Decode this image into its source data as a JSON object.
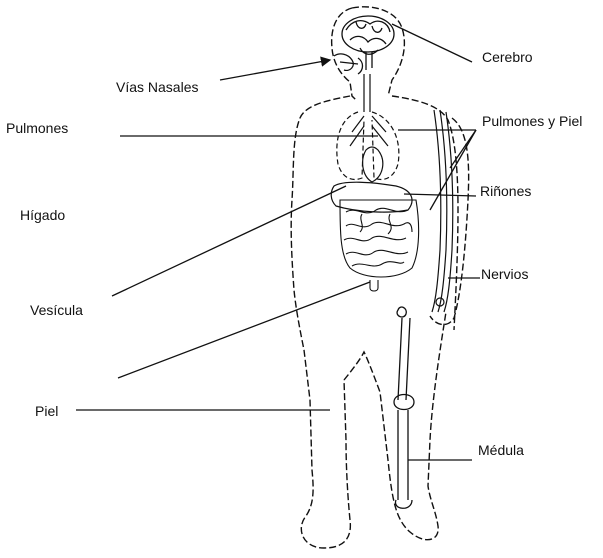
{
  "labels": {
    "cerebro": "Cerebro",
    "vias_nasales": "Vías Nasales",
    "pulmones": "Pulmones",
    "pulmones_y_piel": "Pulmones y Piel",
    "rinones": "Riñones",
    "higado": "Hígado",
    "nervios": "Nervios",
    "vesicula": "Vesícula",
    "piel": "Piel",
    "medula": "Médula"
  },
  "colors": {
    "ink": "#111111",
    "background": "#ffffff"
  }
}
